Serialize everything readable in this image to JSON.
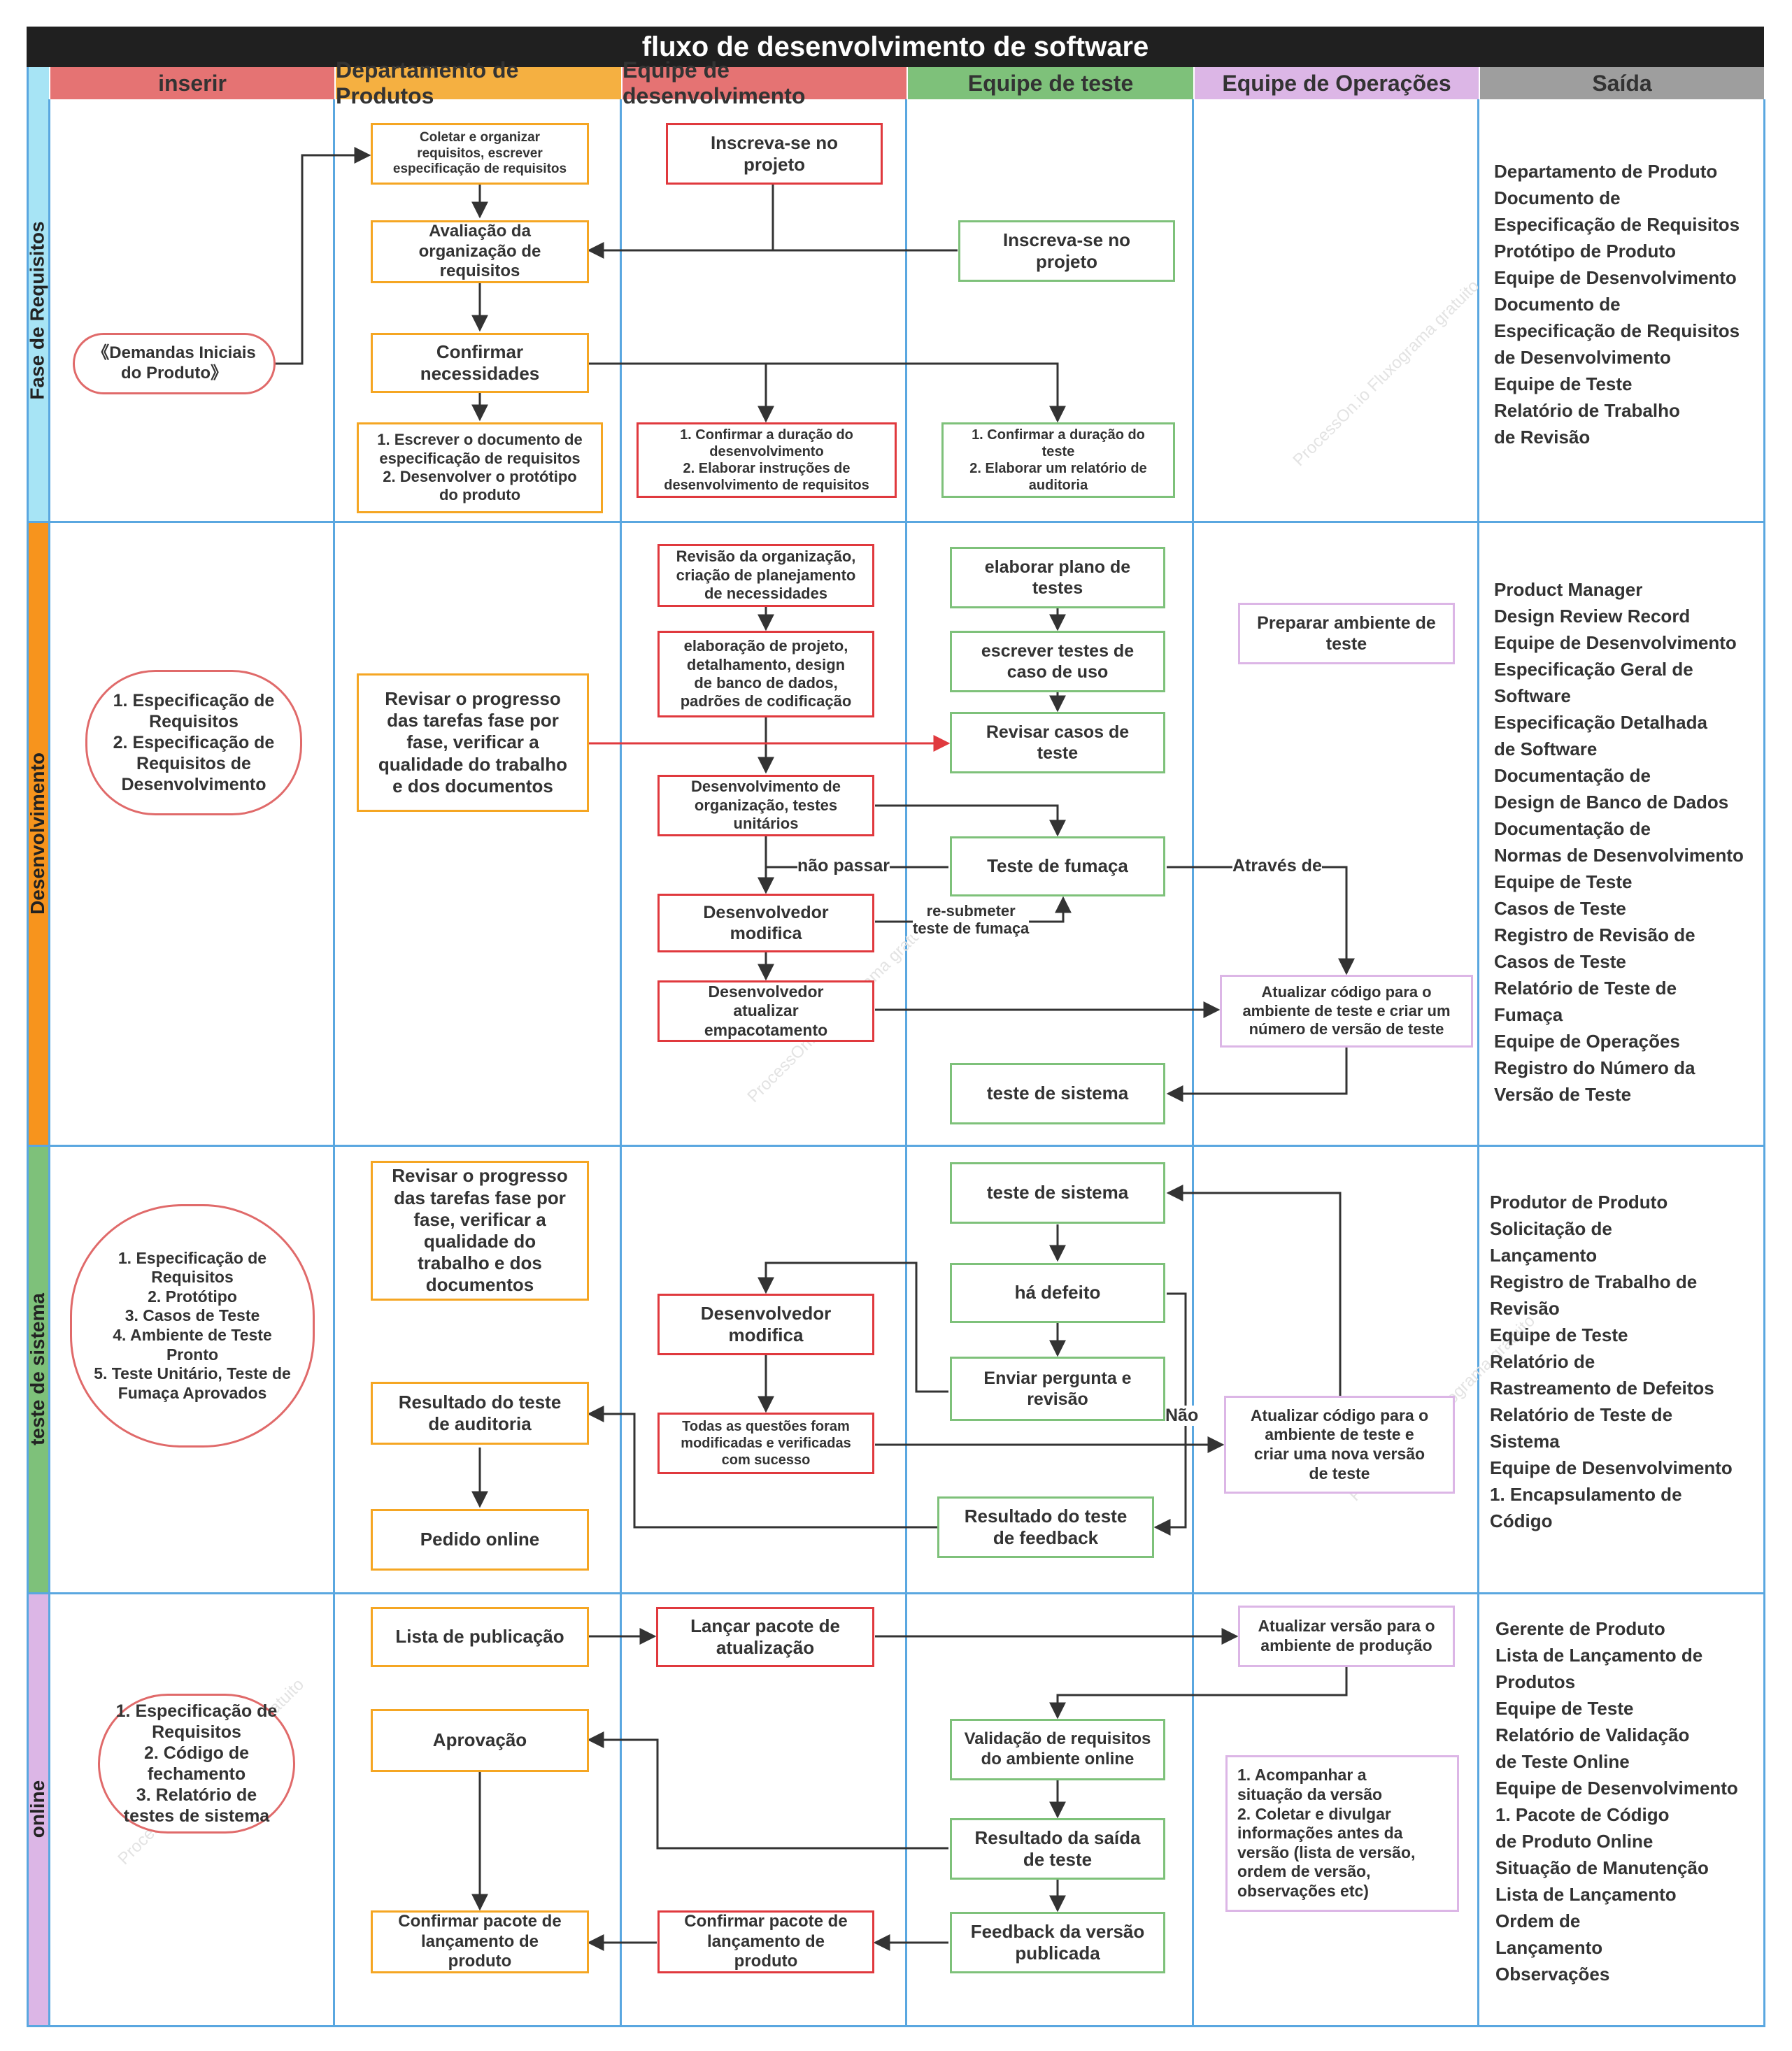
{
  "title": "fluxo de desenvolvimento de software",
  "columns": [
    "inserir",
    "Departamento de Produtos",
    "Equipe de desenvolvimento",
    "Equipe de teste",
    "Equipe de Operações",
    "Saída"
  ],
  "column_colors": [
    "#e57373",
    "#f5b041",
    "#e57373",
    "#7ec17a",
    "#dcb6e6",
    "#9e9e9e"
  ],
  "phases": [
    "Fase de Requisitos",
    "Desenvolvimento",
    "teste de sistema",
    "online"
  ],
  "phase_colors": [
    "#a7e4f5",
    "#f7941d",
    "#7ec17a",
    "#dcb6e6"
  ],
  "watermark": "ProcessOn.io Fluxograma gratuito",
  "nodes": {
    "r_in": "《Demandas Iniciais\ndo Produto》",
    "r_p1": "Coletar e organizar\nrequisitos, escrever\nespecificação de requisitos",
    "r_p2": "Avaliação da\norganização de\nrequisitos",
    "r_p3": "Confirmar\nnecessidades",
    "r_p4": "1. Escrever o documento de\nespecificação de requisitos\n2. Desenvolver o protótipo\ndo produto",
    "r_d1": "Inscreva-se no\nprojeto",
    "r_d2": "1. Confirmar a duração do\ndesenvolvimento\n2. Elaborar instruções de\ndesenvolvimento de requisitos",
    "r_t1": "Inscreva-se no\nprojeto",
    "r_t2": "1. Confirmar a duração do\nteste\n2. Elaborar um relatório de\nauditoria",
    "d_in": "1. Especificação de\nRequisitos\n2. Especificação de\nRequisitos de\nDesenvolvimento",
    "d_p1": "Revisar o progresso\ndas tarefas fase por\nfase, verificar a\nqualidade do trabalho\ne dos documentos",
    "d_d1": "Revisão da organização,\ncriação de planejamento\nde necessidades",
    "d_d2": "elaboração de projeto,\ndetalhamento, design\nde banco de dados,\npadrões de codificação",
    "d_d3": "Desenvolvimento de\norganização, testes\nunitários",
    "d_d4": "Desenvolvedor\nmodifica",
    "d_d5": "Desenvolvedor\natualizar\nempacotamento",
    "d_t1": "elaborar plano de\ntestes",
    "d_t2": "escrever testes de\ncaso de uso",
    "d_t3": "Revisar casos de\nteste",
    "d_t4": "Teste de fumaça",
    "d_t5": "teste de sistema",
    "d_o1": "Preparar ambiente de\nteste",
    "d_o2": "Atualizar código para o\nambiente de teste e criar um\nnúmero de versão de teste",
    "s_in": "1. Especificação de\nRequisitos\n2. Protótipo\n3. Casos de Teste\n4. Ambiente de Teste\nPronto\n5. Teste Unitário, Teste de\nFumaça Aprovados",
    "s_p1": "Revisar o progresso\ndas tarefas fase por\nfase, verificar a\nqualidade do\ntrabalho e dos\ndocumentos",
    "s_p2": "Resultado do teste\nde auditoria",
    "s_p3": "Pedido online",
    "s_d1": "Desenvolvedor\nmodifica",
    "s_d2": "Todas as questões foram\nmodificadas e verificadas\ncom sucesso",
    "s_t1": "teste de sistema",
    "s_t2": "há defeito",
    "s_t3": "Enviar pergunta e\nrevisão",
    "s_t4": "Resultado do teste\nde feedback",
    "s_o1": "Atualizar código para o\nambiente de teste e\ncriar uma nova versão\nde teste",
    "o_in": "1. Especificação de\nRequisitos\n2. Código de\nfechamento\n3. Relatório de\ntestes de sistema",
    "o_p1": "Lista de publicação",
    "o_p2": "Aprovação",
    "o_p3": "Confirmar pacote de\nlançamento de\nproduto",
    "o_d1": "Lançar pacote de\natualização",
    "o_d2": "Confirmar pacote de\nlançamento de\nproduto",
    "o_t1": "Validação de requisitos\ndo ambiente online",
    "o_t2": "Resultado da saída\nde teste",
    "o_t3": "Feedback da versão\npublicada",
    "o_o1": "Atualizar versão para o\nambiente de produção",
    "o_o2": "1. Acompanhar a\nsituação da versão\n2. Coletar e divulgar\ninformações antes da\nversão (lista de versão,\nordem de versão,\nobservações etc)"
  },
  "edge_labels": {
    "nao_passar": "não passar",
    "resubmeter": "re-submeter\nteste de fumaça",
    "atraves": "Através de",
    "nao": "Não"
  },
  "outputs": {
    "requisitos": "Departamento de Produto\n      Documento de\nEspecificação de Requisitos\n      Protótipo de Produto\nEquipe de Desenvolvimento\n      Documento de\nEspecificação de Requisitos\nde Desenvolvimento\nEquipe de Teste\n        Relatório de Trabalho\nde Revisão",
    "desenvolvimento": "Product Manager\n      Design Review Record\nEquipe de Desenvolvimento\n      Especificação Geral de\nSoftware\n      Especificação Detalhada\nde Software\n      Documentação de\nDesign de Banco de Dados\n      Documentação de\nNormas de Desenvolvimento\nEquipe de Teste\n      Casos de Teste\n      Registro de Revisão de\nCasos de Teste\n      Relatório de Teste de\nFumaça\nEquipe de Operações\n      Registro do Número da\nVersão de Teste",
    "teste": "Produtor de Produto\n      Solicitação de\nLançamento\n      Registro de Trabalho de\nRevisão\nEquipe de Teste\n      Relatório de\nRastreamento de Defeitos\n      Relatório de Teste de\nSistema\nEquipe de Desenvolvimento\n       1. Encapsulamento de\nCódigo",
    "online": "Gerente de Produto\n      Lista de Lançamento de\nProdutos\nEquipe de Teste\n      Relatório de Validação\nde Teste Online\nEquipe de Desenvolvimento\n       1. Pacote de Código\nde Produto Online\nSituação de Manutenção\n       Lista de Lançamento\n       Ordem de\nLançamento\n       Observações"
  }
}
